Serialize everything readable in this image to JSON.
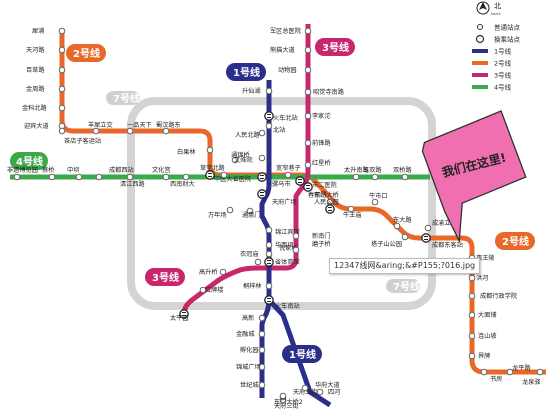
{
  "compass": {
    "label": "北",
    "sub": "North"
  },
  "legend": [
    {
      "label": "普通站点",
      "kind": "station"
    },
    {
      "label": "换乘站点",
      "kind": "transfer"
    },
    {
      "label": "1号线",
      "kind": "line",
      "color": "#2a2f8a"
    },
    {
      "label": "2号线",
      "kind": "line",
      "color": "#e8682a"
    },
    {
      "label": "3号线",
      "kind": "line",
      "color": "#c8276d"
    },
    {
      "label": "4号线",
      "kind": "line",
      "color": "#3ba84a"
    }
  ],
  "line_badges": [
    {
      "key": "line1_top",
      "label": "1号线",
      "color": "#2a2f8a"
    },
    {
      "key": "line1_bottom",
      "label": "1号线",
      "color": "#2a2f8a"
    },
    {
      "key": "line2_left",
      "label": "2号线",
      "color": "#e8682a"
    },
    {
      "key": "line2_right",
      "label": "2号线",
      "color": "#e8682a"
    },
    {
      "key": "line3_top",
      "label": "3号线",
      "color": "#c8276d"
    },
    {
      "key": "line3_left",
      "label": "3号线",
      "color": "#c8276d"
    },
    {
      "key": "line4_left",
      "label": "4号线",
      "color": "#3ba84a"
    },
    {
      "key": "line7_top",
      "label": "7号线",
      "color": "#d0d0d0"
    },
    {
      "key": "line7_bottom",
      "label": "7号线",
      "color": "#d0d0d0"
    }
  ],
  "callout": {
    "text": "我们在这里!",
    "color": "#f06fb0"
  },
  "tooltip": "12347线网&aring;&#P155;?016.jpg",
  "colors": {
    "line1": "#2a2f8a",
    "line2": "#e8682a",
    "line3": "#c8276d",
    "line4": "#3ba84a",
    "line7": "#d4d4d4"
  },
  "stations": [
    {
      "name": "犀浦",
      "kind": "station"
    },
    {
      "name": "天河路",
      "kind": "station"
    },
    {
      "name": "百草路",
      "kind": "station"
    },
    {
      "name": "金周路",
      "kind": "station"
    },
    {
      "name": "金科北路",
      "kind": "station"
    },
    {
      "name": "迎宾大道",
      "kind": "station"
    },
    {
      "name": "茶店子客运站",
      "kind": "station"
    },
    {
      "name": "羊犀立交",
      "kind": "station"
    },
    {
      "name": "一品天下",
      "kind": "station"
    },
    {
      "name": "蜀汉路东",
      "kind": "station"
    },
    {
      "name": "白果林",
      "kind": "station"
    },
    {
      "name": "中医大省医院",
      "kind": "transfer"
    },
    {
      "name": "通锦桥",
      "kind": "station"
    },
    {
      "name": "人民北路",
      "kind": "station"
    },
    {
      "name": "文殊院",
      "kind": "station"
    },
    {
      "name": "骡马市",
      "kind": "transfer"
    },
    {
      "name": "天府广场",
      "kind": "transfer"
    },
    {
      "name": "春熙路",
      "kind": "transfer"
    },
    {
      "name": "东门大桥",
      "kind": "station"
    },
    {
      "name": "牛王庙",
      "kind": "station"
    },
    {
      "name": "牛市口",
      "kind": "station"
    },
    {
      "name": "东大路",
      "kind": "station"
    },
    {
      "name": "塔子山公园",
      "kind": "station"
    },
    {
      "name": "成都东客站",
      "kind": "transfer"
    },
    {
      "name": "成渝立交",
      "kind": "station"
    },
    {
      "name": "惠王陵",
      "kind": "station"
    },
    {
      "name": "洪河",
      "kind": "station"
    },
    {
      "name": "成都行政学院",
      "kind": "station"
    },
    {
      "name": "大面铺",
      "kind": "station"
    },
    {
      "name": "连山坡",
      "kind": "station"
    },
    {
      "name": "界牌",
      "kind": "station"
    },
    {
      "name": "书房",
      "kind": "station"
    },
    {
      "name": "龙平路",
      "kind": "station"
    },
    {
      "name": "龙泉驿",
      "kind": "station"
    },
    {
      "name": "升仙湖",
      "kind": "station"
    },
    {
      "name": "火车北站",
      "kind": "transfer"
    },
    {
      "name": "北站",
      "kind": "station"
    },
    {
      "name": "锦江宾馆",
      "kind": "station"
    },
    {
      "name": "华西坝",
      "kind": "station"
    },
    {
      "name": "省体育馆",
      "kind": "transfer"
    },
    {
      "name": "倪家桥",
      "kind": "station"
    },
    {
      "name": "桐梓林",
      "kind": "station"
    },
    {
      "name": "火车南站",
      "kind": "transfer"
    },
    {
      "name": "高新",
      "kind": "station"
    },
    {
      "name": "金融城",
      "kind": "station"
    },
    {
      "name": "孵化园",
      "kind": "station"
    },
    {
      "name": "锦城广场",
      "kind": "station"
    },
    {
      "name": "世纪城",
      "kind": "station"
    },
    {
      "name": "天府三街",
      "kind": "station"
    },
    {
      "name": "天府五街",
      "kind": "station"
    },
    {
      "name": "华府大道",
      "kind": "station"
    },
    {
      "name": "四河",
      "kind": "station"
    },
    {
      "name": "军区总医院",
      "kind": "station"
    },
    {
      "name": "熊猫大道",
      "kind": "station"
    },
    {
      "name": "动物园",
      "kind": "station"
    },
    {
      "name": "昭觉寺南路",
      "kind": "station"
    },
    {
      "name": "李家沱",
      "kind": "station"
    },
    {
      "name": "前锋路",
      "kind": "station"
    },
    {
      "name": "红星桥",
      "kind": "station"
    },
    {
      "name": "市二医院",
      "kind": "transfer"
    },
    {
      "name": "新南门",
      "kind": "station"
    },
    {
      "name": "磨子桥",
      "kind": "station"
    },
    {
      "name": "衣冠庙",
      "kind": "station"
    },
    {
      "name": "高升桥",
      "kind": "station"
    },
    {
      "name": "红牌楼",
      "kind": "station"
    },
    {
      "name": "太平园",
      "kind": "transfer"
    },
    {
      "name": "非遗博览园",
      "kind": "station"
    },
    {
      "name": "蔡桥",
      "kind": "station"
    },
    {
      "name": "中坝",
      "kind": "station"
    },
    {
      "name": "成都西站",
      "kind": "station"
    },
    {
      "name": "清江西路",
      "kind": "station"
    },
    {
      "name": "文化宫",
      "kind": "station"
    },
    {
      "name": "西南财大",
      "kind": "station"
    },
    {
      "name": "草堂北路",
      "kind": "station"
    },
    {
      "name": "宽窄巷子",
      "kind": "station"
    },
    {
      "name": "太升南路",
      "kind": "station"
    },
    {
      "name": "玉双路",
      "kind": "station"
    },
    {
      "name": "双桥路",
      "kind": "station"
    },
    {
      "name": "万年场",
      "kind": "station"
    },
    {
      "name": "通惠门",
      "kind": "station"
    },
    {
      "name": "人民公园",
      "kind": "transfer"
    },
    {
      "name": "东门大桥2",
      "kind": "station"
    },
    {
      "name": "四河2",
      "kind": "station"
    }
  ]
}
